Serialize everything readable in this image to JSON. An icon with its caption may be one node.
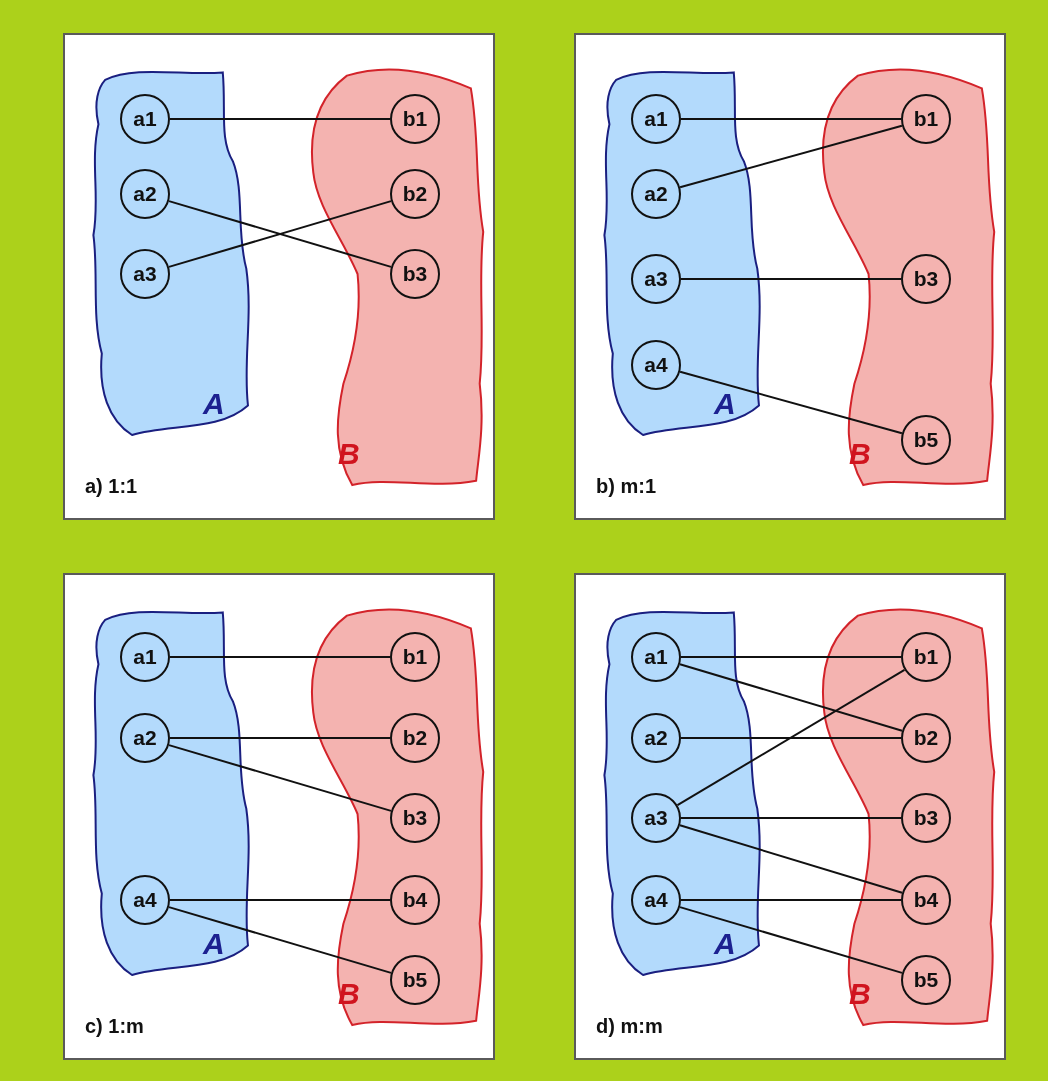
{
  "diagram": {
    "nodes": [
      {
        "text": [
          "a) 1:1"
        ]
      },
      {
        "text": [
          "A"
        ],
        "in": 0
      },
      {
        "text": [
          "a1"
        ],
        "in": 1
      },
      {
        "text": [
          "a2"
        ],
        "in": 1
      },
      {
        "text": [
          "a3"
        ],
        "in": 1
      },
      {
        "text": [
          "B"
        ],
        "in": 0
      },
      {
        "text": [
          "b1"
        ],
        "in": 5
      },
      {
        "text": [
          "b2"
        ],
        "in": 5
      },
      {
        "text": [
          "b3"
        ],
        "in": 5
      },
      {
        "text": [
          "b) m:1"
        ]
      },
      {
        "text": [
          "A"
        ],
        "in": 9
      },
      {
        "text": [
          "a1"
        ],
        "in": 10
      },
      {
        "text": [
          "a2"
        ],
        "in": 10
      },
      {
        "text": [
          "a3"
        ],
        "in": 10
      },
      {
        "text": [
          "a4"
        ],
        "in": 10
      },
      {
        "text": [
          "B"
        ],
        "in": 9
      },
      {
        "text": [
          "b1"
        ],
        "in": 15
      },
      {
        "text": [
          "b3"
        ],
        "in": 15
      },
      {
        "text": [
          "b5"
        ],
        "in": 15
      },
      {
        "text": [
          "c) 1:m"
        ]
      },
      {
        "text": [
          "A"
        ],
        "in": 19
      },
      {
        "text": [
          "a1"
        ],
        "in": 20
      },
      {
        "text": [
          "a2"
        ],
        "in": 20
      },
      {
        "text": [
          "a4"
        ],
        "in": 20
      },
      {
        "text": [
          "B"
        ],
        "in": 19
      },
      {
        "text": [
          "b1"
        ],
        "in": 24
      },
      {
        "text": [
          "b2"
        ],
        "in": 24
      },
      {
        "text": [
          "b3"
        ],
        "in": 24
      },
      {
        "text": [
          "b4"
        ],
        "in": 24
      },
      {
        "text": [
          "b5"
        ],
        "in": 24
      },
      {
        "text": [
          "d) m:m"
        ]
      },
      {
        "text": [
          "A"
        ],
        "in": 30
      },
      {
        "text": [
          "a1"
        ],
        "in": 31
      },
      {
        "text": [
          "a2"
        ],
        "in": 31
      },
      {
        "text": [
          "a3"
        ],
        "in": 31
      },
      {
        "text": [
          "a4"
        ],
        "in": 31
      },
      {
        "text": [
          "B"
        ],
        "in": 30
      },
      {
        "text": [
          "b1"
        ],
        "in": 36
      },
      {
        "text": [
          "b2"
        ],
        "in": 36
      },
      {
        "text": [
          "b3"
        ],
        "in": 36
      },
      {
        "text": [
          "b4"
        ],
        "in": 36
      },
      {
        "text": [
          "b5"
        ],
        "in": 36
      }
    ],
    "edges": [
      {
        "from": 2,
        "to": 6,
        "arrow": "none"
      },
      {
        "from": 3,
        "to": 8,
        "arrow": "none"
      },
      {
        "from": 4,
        "to": 7,
        "arrow": "none"
      },
      {
        "from": 11,
        "to": 16,
        "arrow": "none"
      },
      {
        "from": 12,
        "to": 16,
        "arrow": "none"
      },
      {
        "from": 13,
        "to": 17,
        "arrow": "none"
      },
      {
        "from": 14,
        "to": 18,
        "arrow": "none"
      },
      {
        "from": 21,
        "to": 25,
        "arrow": "none"
      },
      {
        "from": 22,
        "to": 26,
        "arrow": "none"
      },
      {
        "from": 22,
        "to": 27,
        "arrow": "none"
      },
      {
        "from": 23,
        "to": 28,
        "arrow": "none"
      },
      {
        "from": 23,
        "to": 29,
        "arrow": "none"
      },
      {
        "from": 32,
        "to": 37,
        "arrow": "none"
      },
      {
        "from": 32,
        "to": 38,
        "arrow": "none"
      },
      {
        "from": 33,
        "to": 38,
        "arrow": "none"
      },
      {
        "from": 34,
        "to": 37,
        "arrow": "none"
      },
      {
        "from": 34,
        "to": 39,
        "arrow": "none"
      },
      {
        "from": 34,
        "to": 40,
        "arrow": "none"
      },
      {
        "from": 35,
        "to": 40,
        "arrow": "none"
      },
      {
        "from": 35,
        "to": 41,
        "arrow": "none"
      }
    ]
  }
}
